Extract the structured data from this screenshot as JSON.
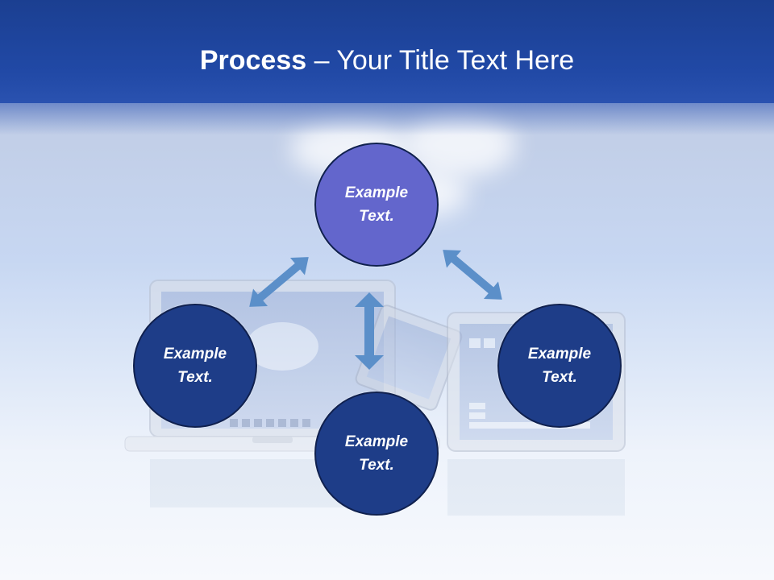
{
  "slide": {
    "title_bold": "Process",
    "title_rest": " – Your Title Text Here"
  },
  "nodes": [
    {
      "id": "top",
      "label": "Example Text.",
      "fill": "#6366cc"
    },
    {
      "id": "left",
      "label": "Example Text.",
      "fill": "#1e3d88"
    },
    {
      "id": "right",
      "label": "Example Text.",
      "fill": "#1e3d88"
    },
    {
      "id": "bottom",
      "label": "Example Text.",
      "fill": "#1e3d88"
    }
  ],
  "colors": {
    "header": "#2149a6",
    "arrow": "#5b8fc9",
    "node_border": "#10214f"
  }
}
